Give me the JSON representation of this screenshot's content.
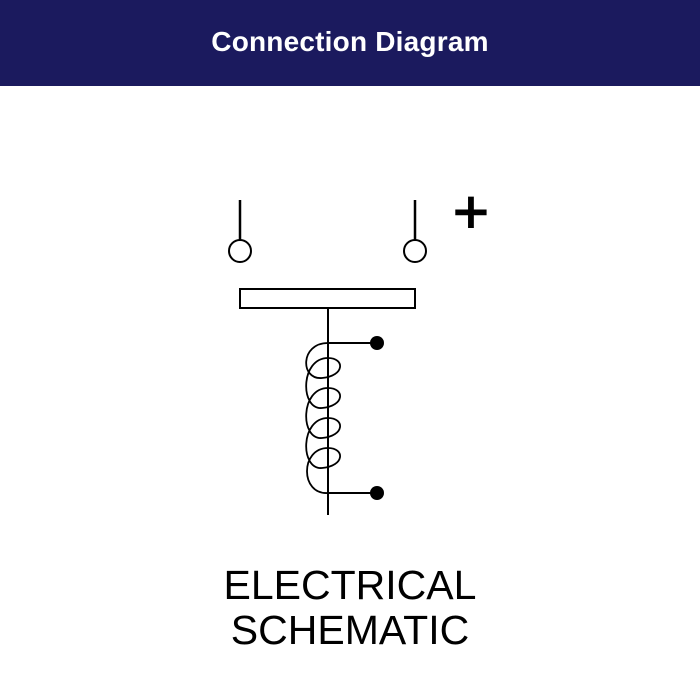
{
  "header": {
    "title": "Connection Diagram"
  },
  "diagram": {
    "polarity_label": "+"
  },
  "caption": {
    "line1": "ELECTRICAL",
    "line2": "SCHEMATIC"
  },
  "colors": {
    "header_background": "#1b1a5e",
    "header_text": "#ffffff",
    "line": "#000000",
    "background": "#ffffff"
  }
}
